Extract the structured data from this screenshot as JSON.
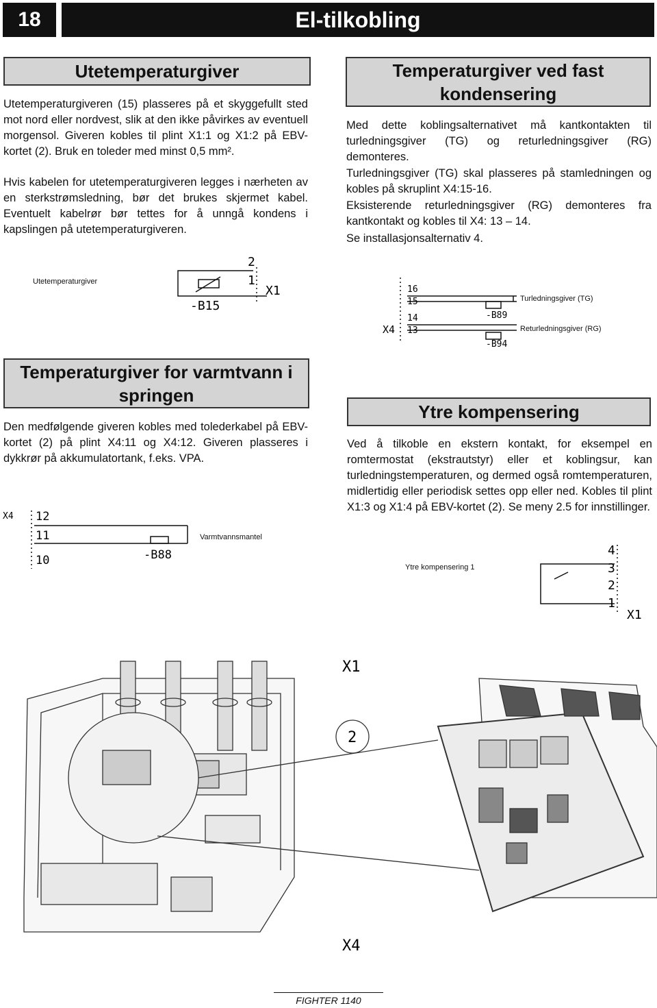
{
  "header": {
    "page_number": "18",
    "title": "El-tilkobling"
  },
  "utetemp": {
    "heading": "Utetemperaturgiver",
    "paragraphs": [
      "Utetemperaturgiveren (15) plasseres på et skyggefullt sted mot nord eller nordvest, slik at den ikke påvirkes av eventuell morgensol. Giveren kobles til plint X1:1 og X1:2 på EBV-kortet (2). Bruk en toleder med minst 0,5 mm².",
      "Hvis kabelen for utetemperaturgiveren legges i nærheten av en sterkstrømsledning, bør det brukes skjermet kabel. Eventuelt kabelrør bør tettes for å unngå kondens i kapslingen på utetemperaturgiveren."
    ],
    "diagram_label": "Utetemperaturgiver",
    "terminal_top": "2",
    "terminal_bottom": "1",
    "connector": "X1",
    "sensor": "-B15"
  },
  "fast_kondensering": {
    "heading": "Temperaturgiver ved fast kondensering",
    "paragraphs": [
      "Med dette koblingsalternativet må kantkontakten til turledningsgiver (TG) og returledningsgiver (RG) demonteres.",
      "Turledningsgiver (TG) skal plasseres på stamledningen og kobles på skruplint X4:15-16.",
      "Eksisterende returledningsgiver (RG) demonteres fra kantkontakt og kobles til X4: 13 – 14.",
      "Se installasjonsalternativ 4."
    ],
    "connector": "X4",
    "terminals": [
      "16",
      "15",
      "14",
      "13"
    ],
    "sensor_tg": "-B89",
    "sensor_rg": "-B94",
    "label_tg": "Turledningsgiver (TG)",
    "label_rg": "Returledningsgiver (RG)"
  },
  "varmtvann": {
    "heading": "Temperaturgiver for varmtvann i springen",
    "paragraph": "Den medfølgende giveren kobles med tolederkabel på EBV-kortet (2) på plint X4:11 og X4:12. Giveren plasseres i dykkrør på akkumulatortank, f.eks. VPA.",
    "connector": "X4",
    "terminals": [
      "12",
      "11",
      "10"
    ],
    "sensor": "-B88",
    "label": "Varmtvannsmantel"
  },
  "ytre": {
    "heading": "Ytre kompensering",
    "paragraph": "Ved å tilkoble en ekstern kontakt, for eksempel en romtermostat (ekstrautstyr) eller et koblingsur, kan turledningstemperaturen, og dermed også romtemperaturen, midlertidig eller periodisk settes opp eller ned. Kobles til plint X1:3 og X1:4 på EBV-kortet (2). Se meny 2.5 for innstillinger.",
    "label": "Ytre kompensering 1",
    "terminals": [
      "4",
      "3",
      "2",
      "1"
    ],
    "connector": "X1"
  },
  "illustration": {
    "label_x1": "X1",
    "label_2": "2",
    "label_x4": "X4"
  },
  "footer": {
    "model": "FIGHTER 1140"
  }
}
